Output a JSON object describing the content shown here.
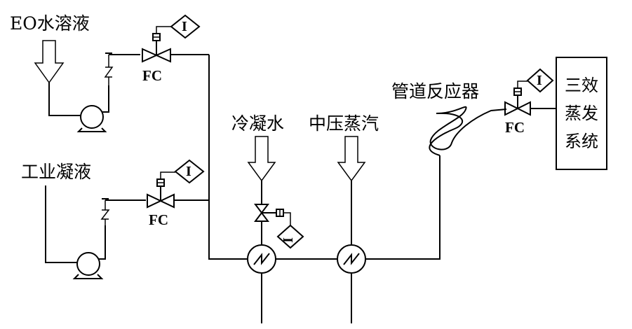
{
  "labels": {
    "eo_solution": "EO水溶液",
    "industrial_condensate": "工业凝液",
    "condensate_water": "冷凝水",
    "medium_pressure_steam": "中压蒸汽",
    "pipeline_reactor": "管道反应器",
    "system_line1": "三效",
    "system_line2": "蒸发",
    "system_line3": "系统"
  },
  "valves": {
    "fc1": "FC",
    "fc2": "FC",
    "fc3": "FC"
  },
  "indicators": {
    "i1": "I",
    "i2": "I",
    "i3": "I",
    "i4": "I"
  }
}
